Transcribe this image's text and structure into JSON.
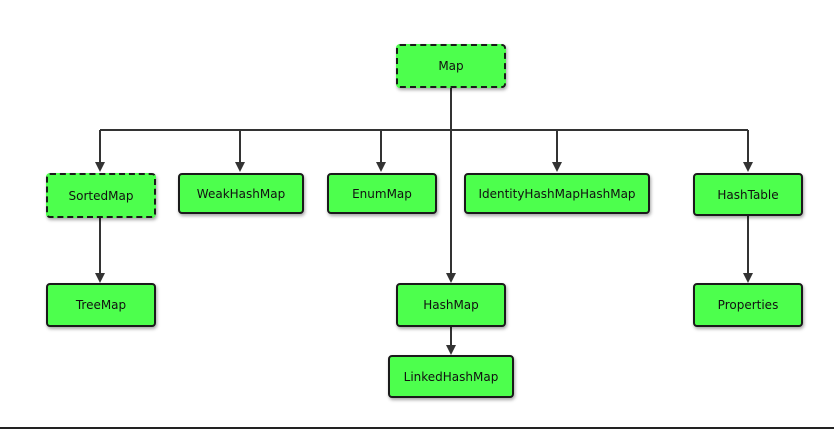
{
  "colors": {
    "node_fill": "#4dff4d",
    "node_border": "#1a1a1a",
    "connector": "#333333"
  },
  "nodes": {
    "map": "Map",
    "sorted_map": "SortedMap",
    "weak_hash_map": "WeakHashMap",
    "enum_map": "EnumMap",
    "identity_hash_map": "IdentityHashMapHashMap",
    "hash_table": "HashTable",
    "tree_map": "TreeMap",
    "hash_map": "HashMap",
    "linked_hash_map": "LinkedHashMap",
    "properties": "Properties"
  },
  "edges": [
    [
      "map",
      "sorted_map"
    ],
    [
      "map",
      "weak_hash_map"
    ],
    [
      "map",
      "enum_map"
    ],
    [
      "map",
      "identity_hash_map"
    ],
    [
      "map",
      "hash_table"
    ],
    [
      "map",
      "hash_map"
    ],
    [
      "sorted_map",
      "tree_map"
    ],
    [
      "hash_map",
      "linked_hash_map"
    ],
    [
      "hash_table",
      "properties"
    ]
  ]
}
